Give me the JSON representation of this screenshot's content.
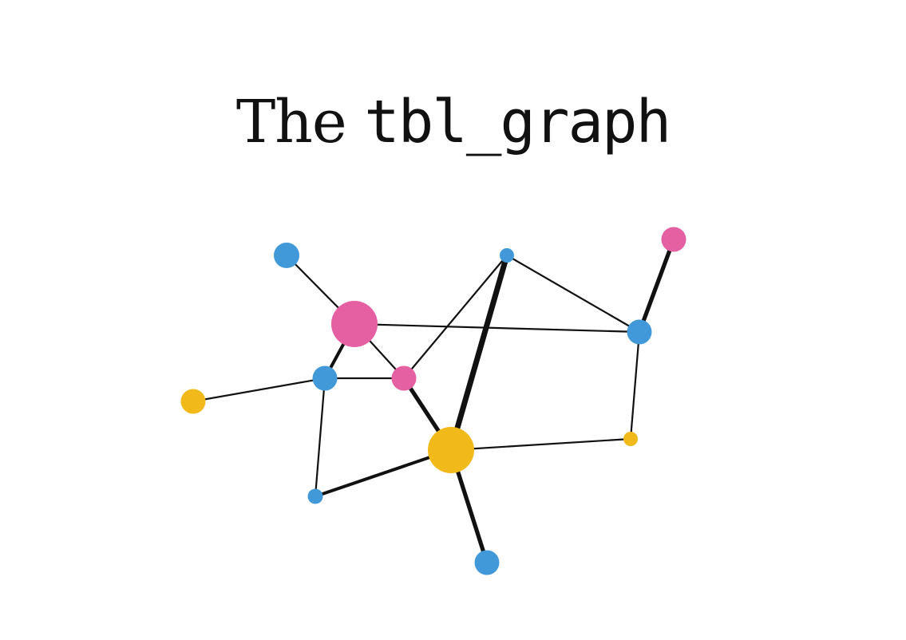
{
  "title": {
    "prefix": "The ",
    "code": "tbl_graph"
  },
  "palette": {
    "blue": "#4299d9",
    "pink": "#e55fa3",
    "yellow": "#f2b91b",
    "edge": "#111111"
  },
  "graph": {
    "nodes": [
      {
        "id": "n1",
        "color": "blue"
      },
      {
        "id": "n2",
        "color": "pink"
      },
      {
        "id": "n3",
        "color": "blue"
      },
      {
        "id": "n4",
        "color": "pink"
      },
      {
        "id": "n5",
        "color": "yellow"
      },
      {
        "id": "n6",
        "color": "blue"
      },
      {
        "id": "n7",
        "color": "yellow"
      },
      {
        "id": "n8",
        "color": "blue"
      },
      {
        "id": "n9",
        "color": "blue"
      },
      {
        "id": "n10",
        "color": "pink"
      },
      {
        "id": "n11",
        "color": "blue"
      },
      {
        "id": "n12",
        "color": "yellow"
      }
    ],
    "edges": [
      {
        "from": "n1",
        "to": "n2",
        "weight": 1
      },
      {
        "from": "n2",
        "to": "n3",
        "weight": 2
      },
      {
        "from": "n2",
        "to": "n4",
        "weight": 1
      },
      {
        "from": "n2",
        "to": "n11",
        "weight": 1
      },
      {
        "from": "n3",
        "to": "n4",
        "weight": 1
      },
      {
        "from": "n3",
        "to": "n5",
        "weight": 1
      },
      {
        "from": "n3",
        "to": "n6",
        "weight": 1
      },
      {
        "from": "n4",
        "to": "n7",
        "weight": 3
      },
      {
        "from": "n4",
        "to": "n9",
        "weight": 1
      },
      {
        "from": "n6",
        "to": "n7",
        "weight": 2
      },
      {
        "from": "n7",
        "to": "n9",
        "weight": 4
      },
      {
        "from": "n7",
        "to": "n8",
        "weight": 3
      },
      {
        "from": "n7",
        "to": "n12",
        "weight": 1
      },
      {
        "from": "n9",
        "to": "n11",
        "weight": 1
      },
      {
        "from": "n10",
        "to": "n11",
        "weight": 3
      },
      {
        "from": "n11",
        "to": "n12",
        "weight": 1
      }
    ]
  }
}
